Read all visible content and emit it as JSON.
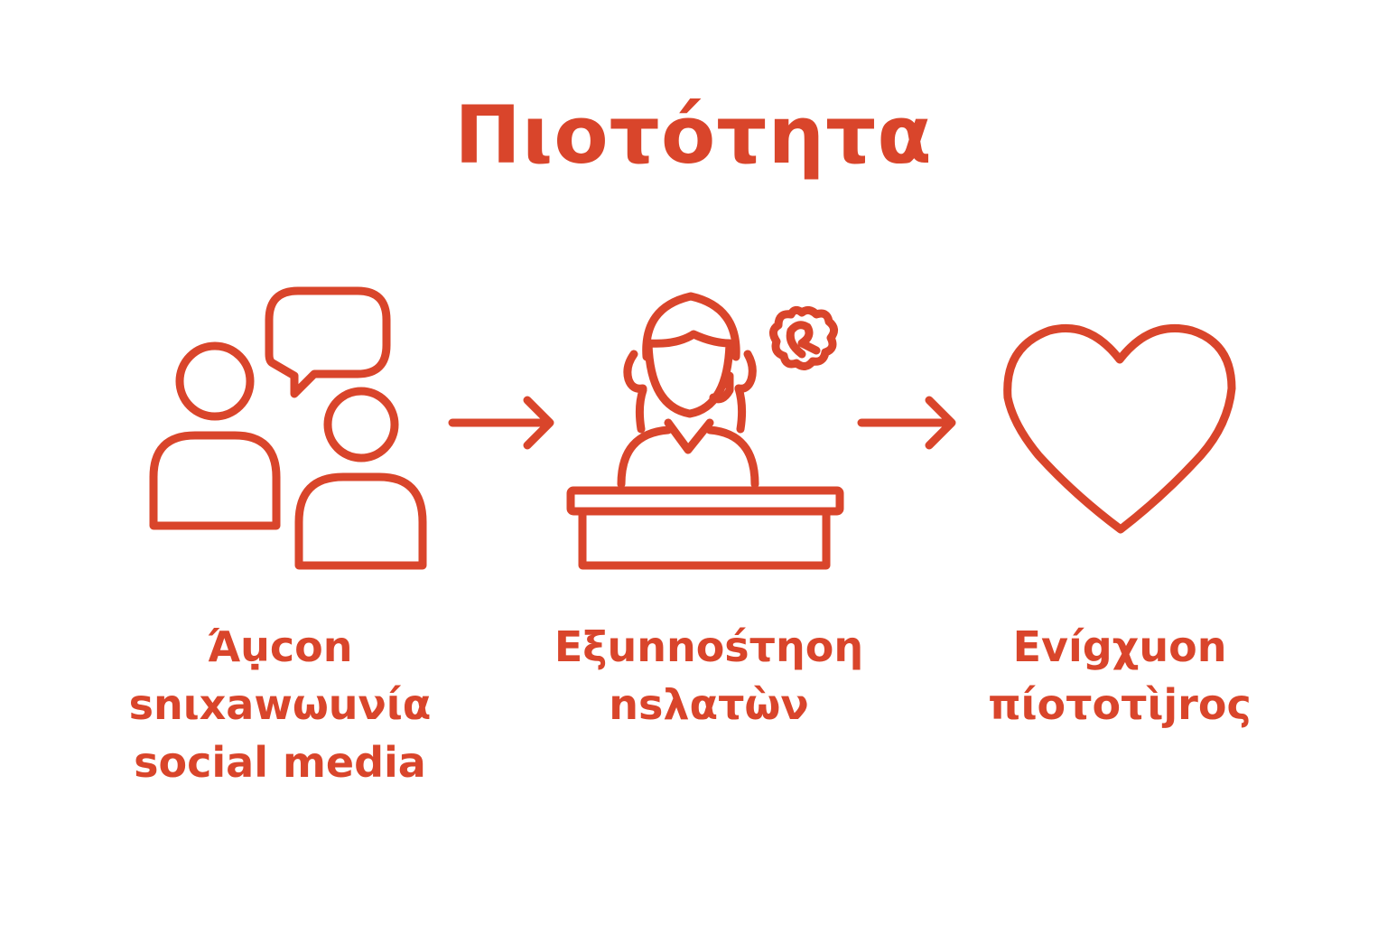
{
  "title": "Πιοτότητα",
  "accent_color": "#d9452b",
  "steps": [
    {
      "icon": "people-chat-icon",
      "lines": [
        "Άụcon",
        "snιxawωuνία",
        "social media"
      ]
    },
    {
      "icon": "support-agent-icon",
      "lines": [
        "Εξunnοśτηοη",
        "nsλατὼν"
      ]
    },
    {
      "icon": "heart-icon",
      "lines": [
        "Evígχuon",
        "πίοτοτὶjroς"
      ]
    }
  ]
}
